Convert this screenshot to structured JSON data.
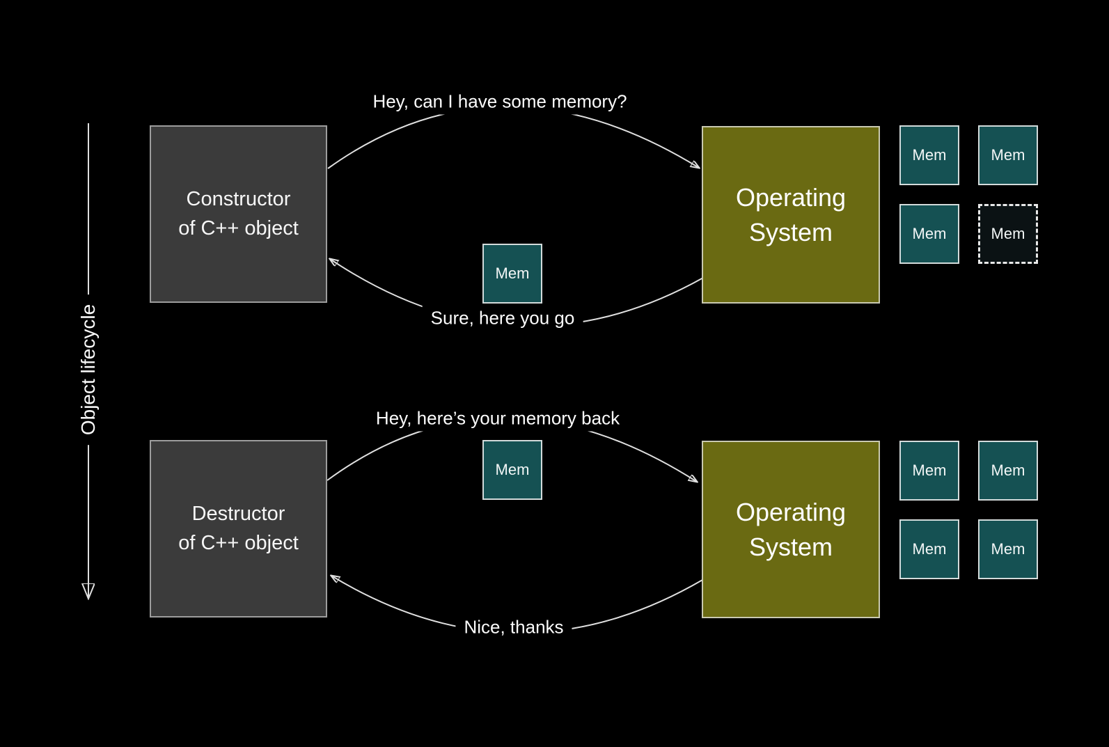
{
  "colors": {
    "background": "#000000",
    "actor_box": "#3b3b3b",
    "actor_border": "#9d9d9d",
    "os_box": "#6a6a12",
    "os_border": "#c9c9b1",
    "mem_box": "#155153",
    "mem_border": "#d3dbdb",
    "mem_freed_box": "#0b1214",
    "arrow": "#e0e0e0",
    "text": "#ffffff"
  },
  "lifecycle": {
    "label": "Object lifecycle"
  },
  "top": {
    "actor": {
      "line1": "Constructor",
      "line2": "of C++ object"
    },
    "os": {
      "line1": "Operating",
      "line2": "System"
    },
    "request_message": "Hey, can I have some memory?",
    "response_message": "Sure, here you go",
    "transfer_mem": {
      "label": "Mem"
    },
    "mem_grid": [
      {
        "label": "Mem",
        "state": "held-by-os"
      },
      {
        "label": "Mem",
        "state": "held-by-os"
      },
      {
        "label": "Mem",
        "state": "held-by-os"
      },
      {
        "label": "Mem",
        "state": "handed-out"
      }
    ]
  },
  "bottom": {
    "actor": {
      "line1": "Destructor",
      "line2": "of C++ object"
    },
    "os": {
      "line1": "Operating",
      "line2": "System"
    },
    "request_message": "Hey, here’s your memory back",
    "response_message": "Nice, thanks",
    "transfer_mem": {
      "label": "Mem"
    },
    "mem_grid": [
      {
        "label": "Mem",
        "state": "held-by-os"
      },
      {
        "label": "Mem",
        "state": "held-by-os"
      },
      {
        "label": "Mem",
        "state": "held-by-os"
      },
      {
        "label": "Mem",
        "state": "held-by-os"
      }
    ]
  }
}
